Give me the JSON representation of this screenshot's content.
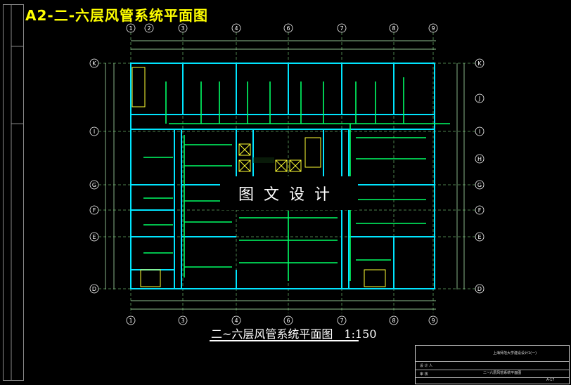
{
  "title": "A2-二-六层风管系统平面图",
  "watermark": "图文设计",
  "plan_title": "二~六层风管系统平面图　1:150",
  "col_axes_top": [
    "①",
    "②",
    "③",
    "④",
    "⑥",
    "⑦",
    "⑧",
    "⑨"
  ],
  "col_axes_bottom": [
    "①",
    "③",
    "④",
    "⑥",
    "⑦",
    "⑧",
    "⑨"
  ],
  "row_axes_left": [
    "K",
    "I",
    "G",
    "F",
    "E",
    "D"
  ],
  "row_axes_right": [
    "K",
    "J",
    "I",
    "H",
    "G",
    "F",
    "E",
    "D"
  ],
  "title_block": {
    "school": "上海师范大学建设设计1(一)",
    "drawing_name": "二~六层风管系统平面图",
    "rows": [
      "设 计 人",
      "审 核",
      "A-17"
    ]
  },
  "colors": {
    "wall": "#00e5ff",
    "duct": "#00ff66",
    "axis": "#ffffff",
    "grid": "#b0ffb0",
    "stair": "#ffff33"
  }
}
